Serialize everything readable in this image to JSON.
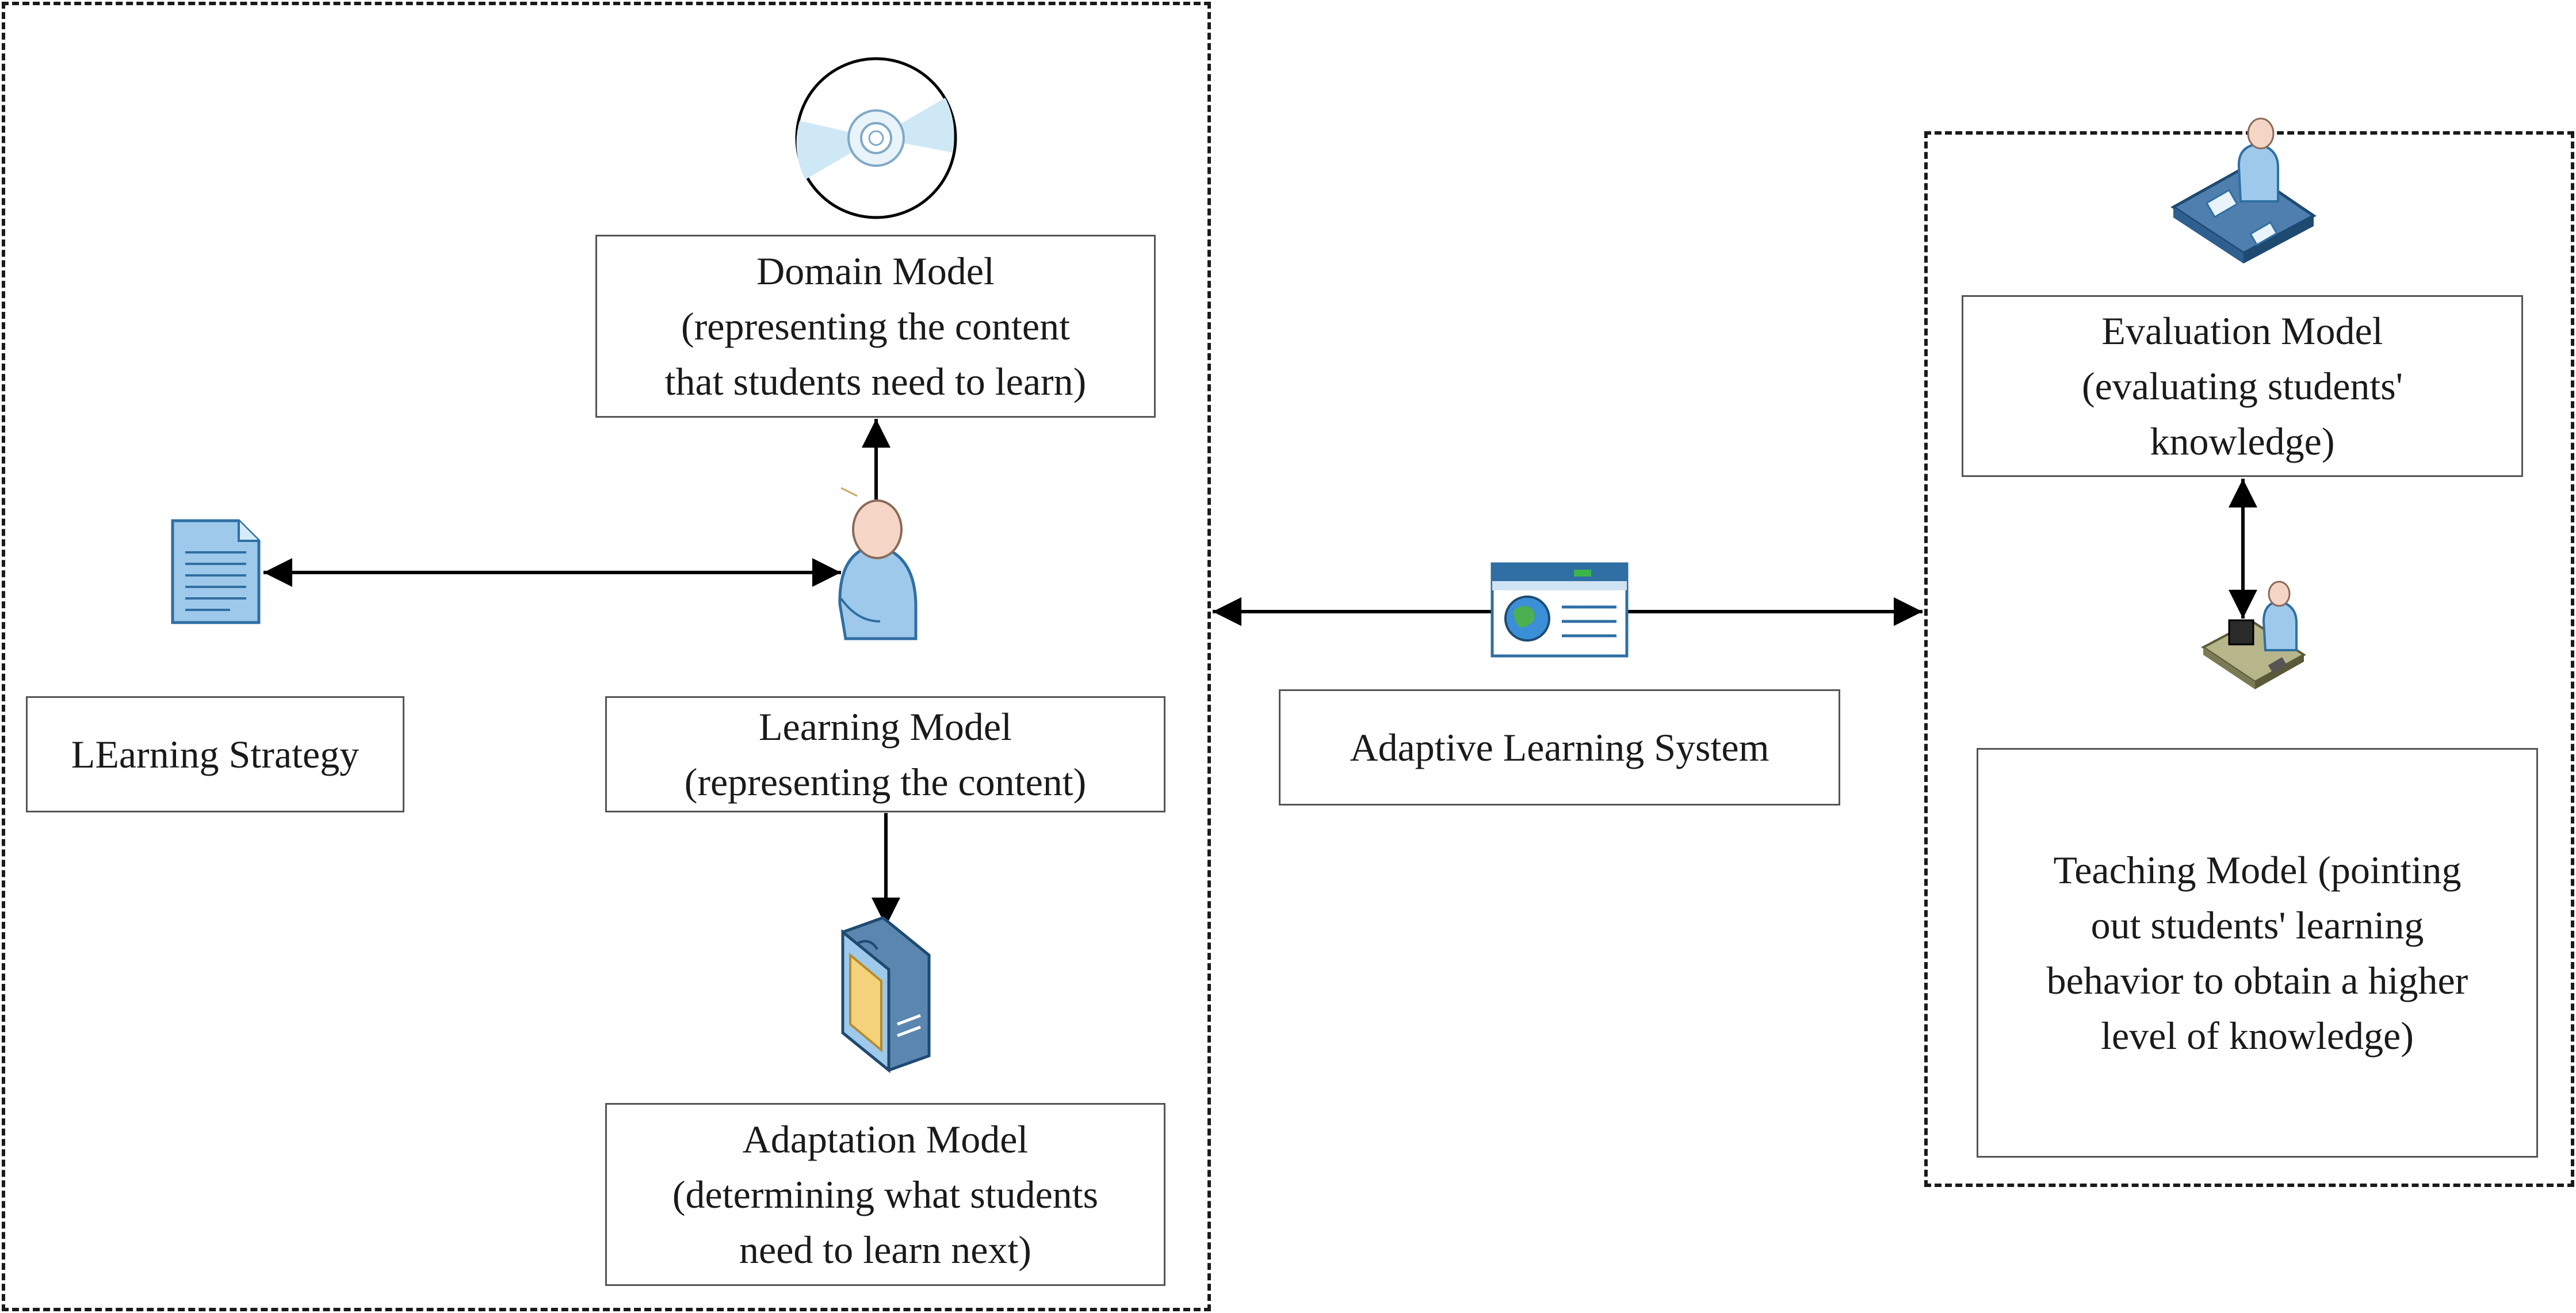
{
  "diagram": {
    "labels": {
      "domain_model": "Domain Model\n(representing the content\nthat students need to learn)",
      "learning_strategy": "LEarning Strategy",
      "learning_model": "Learning Model\n(representing the content)",
      "adaptation_model": "Adaptation Model\n(determining what students\nneed to learn next)",
      "adaptive_system": "Adaptive Learning System",
      "evaluation_model": "Evaluation Model\n(evaluating students'\nknowledge)",
      "teaching_model": "Teaching Model (pointing\nout students' learning\nbehavior to obtain a higher\nlevel of knowledge)"
    },
    "icons": {
      "disc": "compact-disc-icon",
      "document": "document-icon",
      "learner": "person-icon",
      "server": "server-icon",
      "browser": "web-browser-icon",
      "admin_desk": "person-at-desk-icon",
      "workstation": "person-at-computer-icon"
    },
    "colors": {
      "line": "#000000",
      "border": "#555555",
      "dash": "#1a1a1a",
      "icon_blue": "#9ec9ea",
      "icon_dark": "#2f6fa3"
    }
  }
}
